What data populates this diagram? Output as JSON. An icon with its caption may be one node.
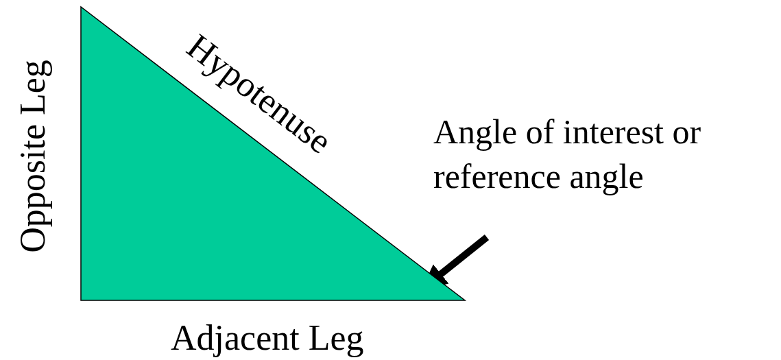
{
  "diagram": {
    "nodes": [
      {
        "text": [],
        "shape": "triangle",
        "beside": [
          "Opposite Leg",
          "Hypotenuse",
          "Adjacent Leg"
        ]
      },
      {
        "text": [
          "Angle of interest or reference angle"
        ]
      }
    ],
    "edges": [
      {
        "from": 1,
        "to": 0,
        "arrow": "to"
      }
    ]
  }
}
